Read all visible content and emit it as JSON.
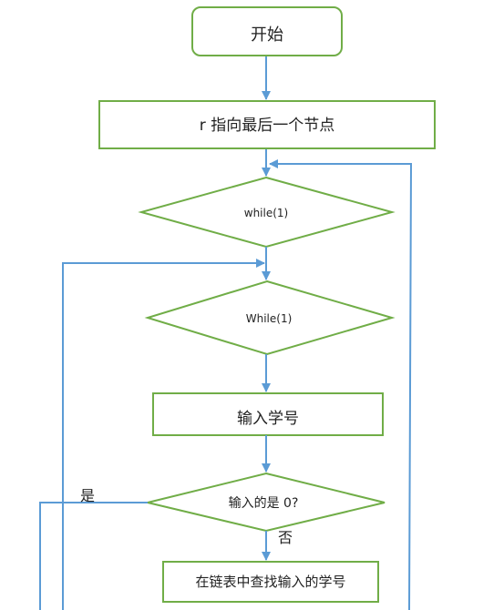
{
  "nodes": {
    "start": "开始",
    "set_r": "r 指向最后一个节点",
    "while_outer": "while(1)",
    "while_inner": "While(1)",
    "input_id": "输入学号",
    "is_zero": "输入的是 0?",
    "search": "在链表中查找输入的学号"
  },
  "labels": {
    "yes": "是",
    "no": "否"
  },
  "colors": {
    "shape_stroke": "#70ad47",
    "arrow": "#5b9bd5",
    "text": "#222222"
  }
}
